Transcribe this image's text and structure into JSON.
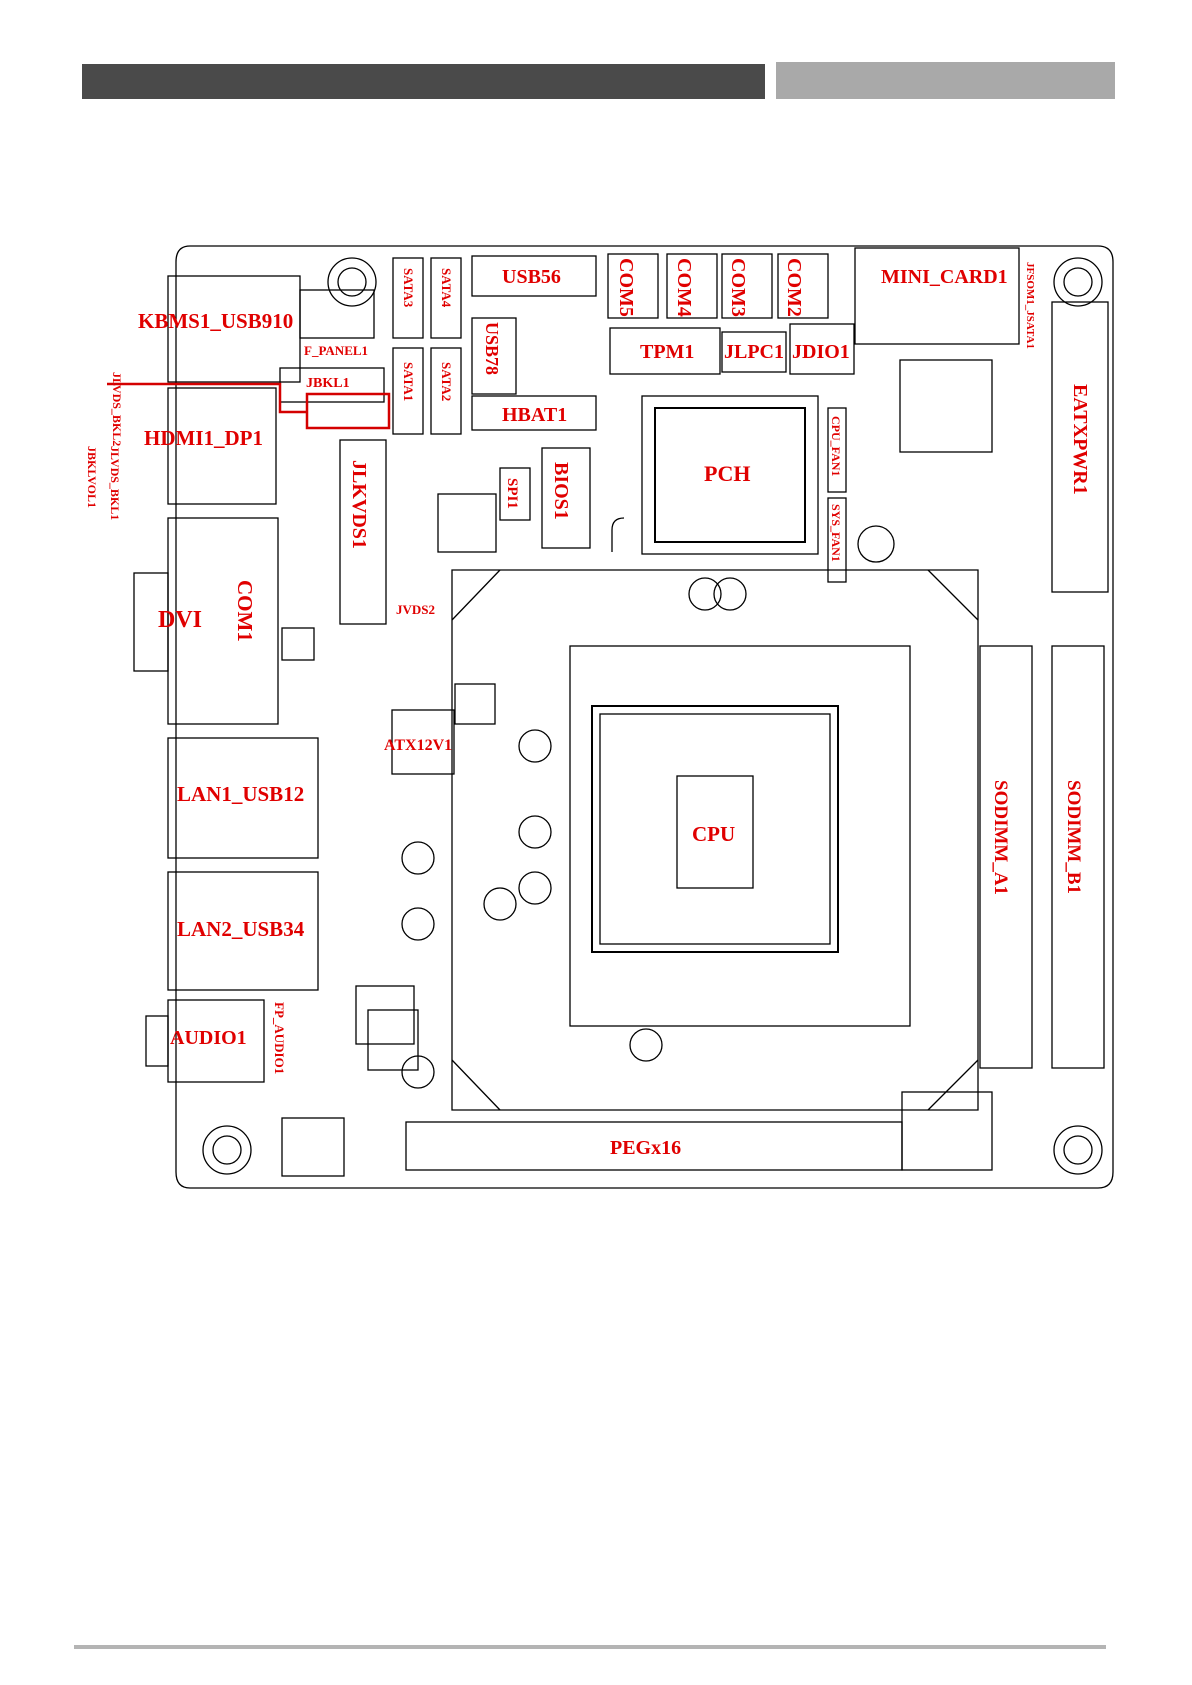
{
  "labels": {
    "kbms": "KBMS1_USB910",
    "f_panel": "F_PANEL1",
    "jbkl": "JBKL1",
    "jlvds_bkl2": "JLVDS_BKL2",
    "jlvds_bkl1": "JLVDS_BKL1",
    "jbklvol": "JBKLVOL1",
    "hdmi": "HDMI1_DP1",
    "dvi": "DVI",
    "com1": "COM1",
    "jlkvds": "JLKVDS1",
    "jvds2": "JVDS2",
    "sata3": "SATA3",
    "sata4": "SATA4",
    "sata1": "SATA1",
    "sata2": "SATA2",
    "usb56": "USB56",
    "usb78": "USB78",
    "hbat": "HBAT1",
    "spi": "SPI1",
    "bios": "BIOS1",
    "com5": "COM5",
    "com4": "COM4",
    "com3": "COM3",
    "com2": "COM2",
    "tpm": "TPM1",
    "jlpc": "JLPC1",
    "jdio": "JDIO1",
    "mini_card": "MINI_CARD1",
    "jfsom": "JFSOM1_JSATA1",
    "eatxpwr": "EATXPWR1",
    "pch": "PCH",
    "cpu_fan": "CPU_FAN1",
    "sys_fan": "SYS_FAN1",
    "atx12v": "ATX12V1",
    "cpu": "CPU",
    "lan1": "LAN1_USB12",
    "lan2": "LAN2_USB34",
    "audio": "AUDIO1",
    "fp_audio": "FP_AUDIO1",
    "peg": "PEGx16",
    "sodimm_a": "SODIMM_A1",
    "sodimm_b": "SODIMM_B1"
  }
}
